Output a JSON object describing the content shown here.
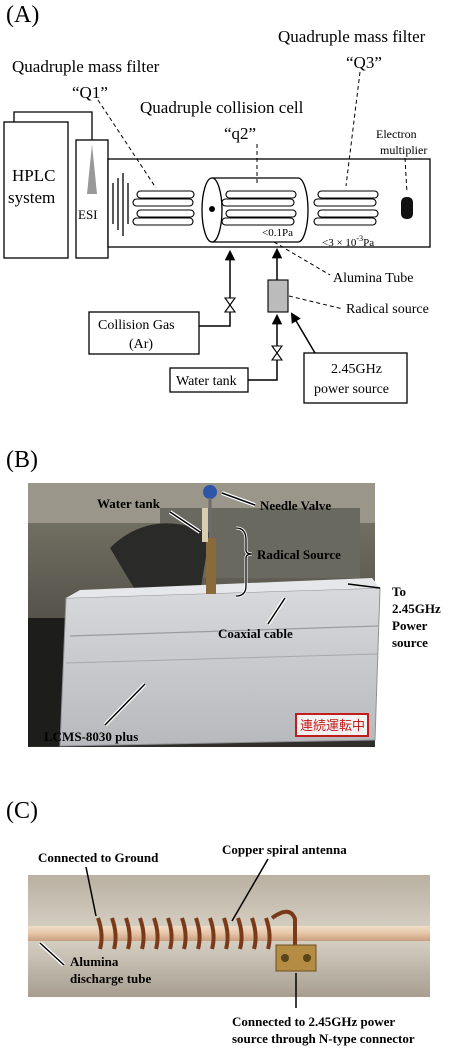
{
  "panels": {
    "a": {
      "label": "(A)",
      "q1_title": "Quadruple mass filter",
      "q1_name": "“Q1”",
      "q3_title": "Quadruple mass filter",
      "q3_name": "“Q3”",
      "q2_title": "Quadruple collision cell",
      "q2_name": "“q2”",
      "electron_multiplier_l1": "Electron",
      "electron_multiplier_l2": "multiplier",
      "hplc_l1": "HPLC",
      "hplc_l2": "system",
      "esi": "ESI",
      "pressure_cell": "<0.1Pa",
      "pressure_chamber": "<3 × 10",
      "pressure_exp": "-3",
      "pressure_unit": "Pa",
      "alumina_tube": "Alumina Tube",
      "radical_source": "Radical source",
      "collision_gas_l1": "Collision Gas",
      "collision_gas_l2": "(Ar)",
      "water_tank": "Water tank",
      "power_l1": "2.45GHz",
      "power_l2": "power source"
    },
    "b": {
      "label": "(B)",
      "water_tank": "Water tank",
      "needle_valve": "Needle Valve",
      "radical_source": "Radical Source",
      "to_power_l1": "To",
      "to_power_l2": "2.45GHz",
      "to_power_l3": "Power",
      "to_power_l4": "source",
      "coaxial_cable": "Coaxial cable",
      "lcms": "LCMS-8030 plus",
      "sign": "連続運転中"
    },
    "c": {
      "label": "(C)",
      "ground": "Connected to Ground",
      "antenna": "Copper spiral antenna",
      "alumina_l1": "Alumina",
      "alumina_l2": "discharge tube",
      "connector_l1": "Connected to 2.45GHz power",
      "connector_l2": "source through N-type connector"
    }
  }
}
